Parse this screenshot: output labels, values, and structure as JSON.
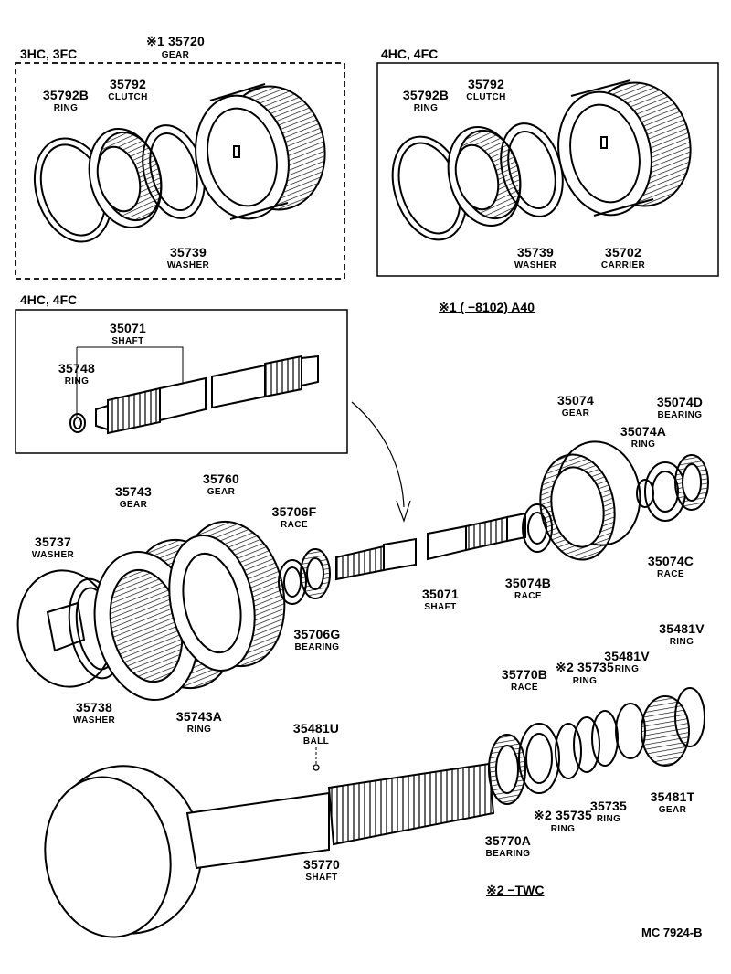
{
  "groups": {
    "g1_title": "3HC, 3FC",
    "g2_title": "4HC, 4FC",
    "g3_title": "4HC, 4FC"
  },
  "notes": {
    "note1_mark": "※1",
    "note1_text": "※1 (      −8102) A40",
    "note2_text": "※2 −TWC",
    "ref_code": "MC 7924-B"
  },
  "parts": [
    {
      "id": "p35720",
      "number": "※1 35720",
      "name": "GEAR"
    },
    {
      "id": "p35792B_a",
      "number": "35792B",
      "name": "RING"
    },
    {
      "id": "p35792_a",
      "number": "35792",
      "name": "CLUTCH"
    },
    {
      "id": "p35739_a",
      "number": "35739",
      "name": "WASHER"
    },
    {
      "id": "p35792B_b",
      "number": "35792B",
      "name": "RING"
    },
    {
      "id": "p35792_b",
      "number": "35792",
      "name": "CLUTCH"
    },
    {
      "id": "p35739_b",
      "number": "35739",
      "name": "WASHER"
    },
    {
      "id": "p35702",
      "number": "35702",
      "name": "CARRIER"
    },
    {
      "id": "p35071_a",
      "number": "35071",
      "name": "SHAFT"
    },
    {
      "id": "p35748",
      "number": "35748",
      "name": "RING"
    },
    {
      "id": "p35074",
      "number": "35074",
      "name": "GEAR"
    },
    {
      "id": "p35074D",
      "number": "35074D",
      "name": "BEARING"
    },
    {
      "id": "p35074A",
      "number": "35074A",
      "name": "RING"
    },
    {
      "id": "p35743",
      "number": "35743",
      "name": "GEAR"
    },
    {
      "id": "p35760",
      "number": "35760",
      "name": "GEAR"
    },
    {
      "id": "p35706F",
      "number": "35706F",
      "name": "RACE"
    },
    {
      "id": "p35737",
      "number": "35737",
      "name": "WASHER"
    },
    {
      "id": "p35074C",
      "number": "35074C",
      "name": "RACE"
    },
    {
      "id": "p35074B",
      "number": "35074B",
      "name": "RACE"
    },
    {
      "id": "p35071_b",
      "number": "35071",
      "name": "SHAFT"
    },
    {
      "id": "p35706G",
      "number": "35706G",
      "name": "BEARING"
    },
    {
      "id": "p35738",
      "number": "35738",
      "name": "WASHER"
    },
    {
      "id": "p35743A",
      "number": "35743A",
      "name": "RING"
    },
    {
      "id": "p35481V_a",
      "number": "35481V",
      "name": "RING"
    },
    {
      "id": "p35481V_b",
      "number": "35481V",
      "name": "RING"
    },
    {
      "id": "p35770B",
      "number": "35770B",
      "name": "RACE"
    },
    {
      "id": "p35735_a",
      "number": "※2 35735",
      "name": "RING"
    },
    {
      "id": "p35481U",
      "number": "35481U",
      "name": "BALL"
    },
    {
      "id": "p35735_b",
      "number": "35735",
      "name": "RING"
    },
    {
      "id": "p35481T",
      "number": "35481T",
      "name": "GEAR"
    },
    {
      "id": "p35735_c",
      "number": "※2 35735",
      "name": "RING"
    },
    {
      "id": "p35770A",
      "number": "35770A",
      "name": "BEARING"
    },
    {
      "id": "p35770",
      "number": "35770",
      "name": "SHAFT"
    }
  ]
}
